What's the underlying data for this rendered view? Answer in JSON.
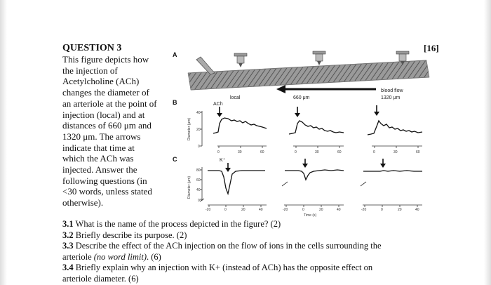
{
  "question": {
    "title": "QUESTION 3",
    "marks": "[16]",
    "description_lines": [
      "This figure depicts how",
      "the injection of",
      "Acetylcholine (ACh)",
      "changes the diameter of",
      "an arteriole at the point of",
      "injection (local) and at",
      "distances of 660 μm and",
      "1320 μm. The arrows",
      "indicate that time at",
      "which the ACh was",
      "injected. Answer the",
      "following questions (in",
      "<30 words, unless stated",
      "otherwise)."
    ]
  },
  "figure": {
    "panel_a": "A",
    "panel_b": "B",
    "panel_c": "C",
    "label_local": "local",
    "label_ach": "ACh",
    "label_k": "K⁺",
    "label_660": "660 μm",
    "label_blood_flow": "blood flow",
    "label_1320": "1320 μm",
    "ylabel": "Diameter (μm)",
    "xlabel": "Time (s)",
    "b_yticks": [
      "40",
      "20",
      "0"
    ],
    "b_xticks": [
      "0",
      "30",
      "60"
    ],
    "c_yticks": [
      "80",
      "60",
      "40",
      "0"
    ],
    "c_xticks": [
      "-20",
      "0",
      "20",
      "40"
    ]
  },
  "subquestions": [
    {
      "num": "3.1",
      "lines": [
        "What is the name of the process depicted in the figure? (2)"
      ]
    },
    {
      "num": "3.2",
      "lines": [
        "Briefly describe its purpose. (2)"
      ]
    },
    {
      "num": "3.3",
      "lines": [
        "Describe the effect of the ACh injection on the flow of ions in the cells surrounding the"
      ],
      "cont_pre": "arteriole ",
      "cont_em": "(no word limit)",
      "cont_post": ". (6)"
    },
    {
      "num": "3.4",
      "lines": [
        "Briefly explain why an injection with K+ (instead of ACh) has the opposite effect on"
      ],
      "cont_pre": "arteriole diameter. (6)",
      "cont_em": "",
      "cont_post": ""
    }
  ]
}
